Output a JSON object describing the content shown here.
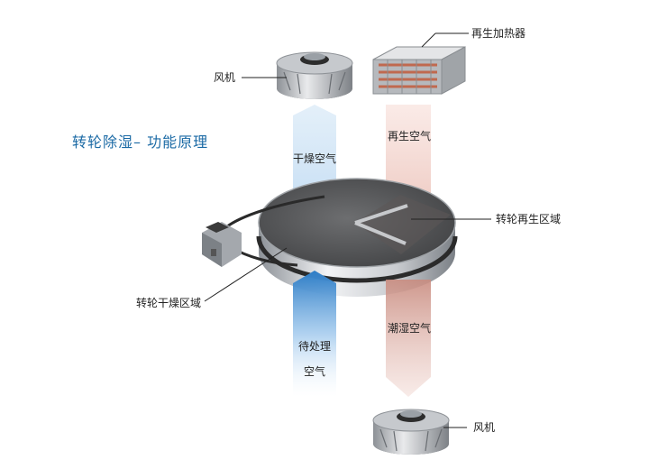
{
  "title": "转轮除湿– 功能原理",
  "labels": {
    "fan_top": "风机",
    "fan_bottom": "风机",
    "heater": "再生加热器",
    "regen_air": "再生空气",
    "dry_air": "干燥空气",
    "regen_zone": "转轮再生区域",
    "dry_zone": "转轮干燥区域",
    "process_air_line1": "待处理",
    "process_air_line2": "空气",
    "humid_air": "潮湿空气"
  },
  "colors": {
    "title": "#1b6aa5",
    "dry_stream": "#8fbfe6",
    "process_stream": "#2f7fc8",
    "regen_stream": "#e3a89c",
    "humid_stream": "#c98c80"
  }
}
